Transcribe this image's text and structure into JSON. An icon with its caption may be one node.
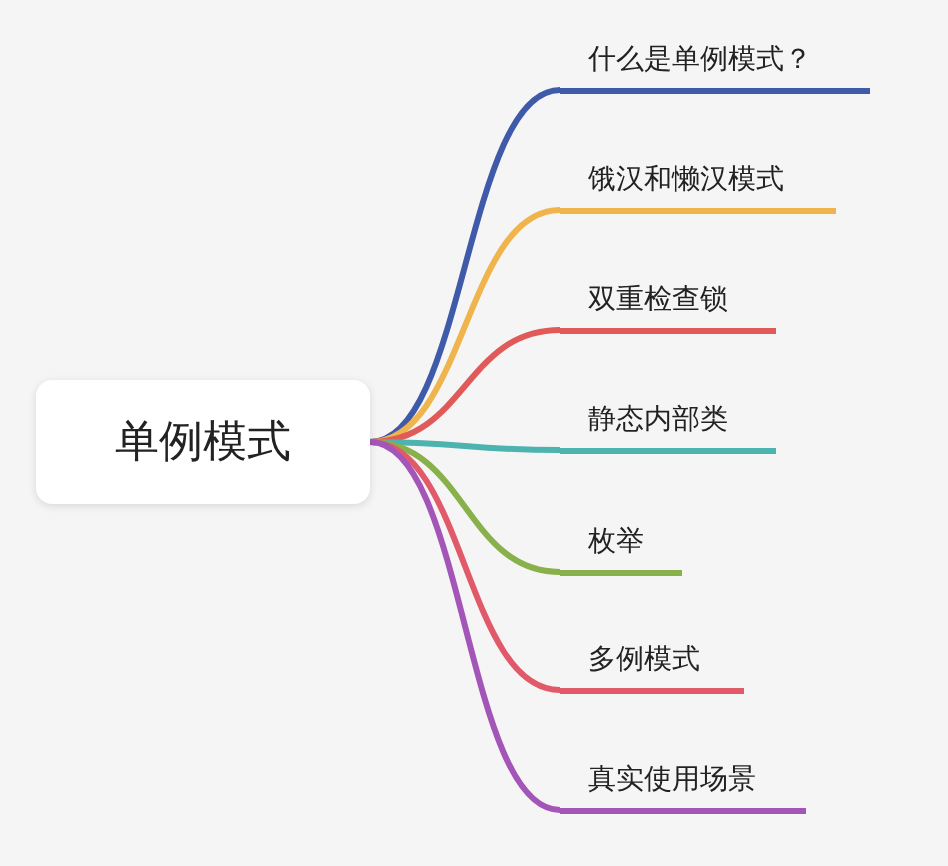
{
  "diagram": {
    "nodes": [
      {
        "text": [
          "单例模式"
        ]
      },
      {
        "text": [
          "什么是单例模式？"
        ]
      },
      {
        "text": [
          "饿汉和懒汉模式"
        ]
      },
      {
        "text": [
          "双重检查锁"
        ]
      },
      {
        "text": [
          "静态内部类"
        ]
      },
      {
        "text": [
          "枚举"
        ]
      },
      {
        "text": [
          "多例模式"
        ]
      },
      {
        "text": [
          "真实使用场景"
        ]
      }
    ],
    "edges": [
      {
        "from": 0,
        "to": 1,
        "arrow": "none",
        "color": "#3f5aa8"
      },
      {
        "from": 0,
        "to": 2,
        "arrow": "none",
        "color": "#f0b44c"
      },
      {
        "from": 0,
        "to": 3,
        "arrow": "none",
        "color": "#e05a5a"
      },
      {
        "from": 0,
        "to": 4,
        "arrow": "none",
        "color": "#4db3ae"
      },
      {
        "from": 0,
        "to": 5,
        "arrow": "none",
        "color": "#88b04b"
      },
      {
        "from": 0,
        "to": 6,
        "arrow": "none",
        "color": "#e05a6a"
      },
      {
        "from": 0,
        "to": 7,
        "arrow": "none",
        "color": "#a455b8"
      }
    ]
  }
}
